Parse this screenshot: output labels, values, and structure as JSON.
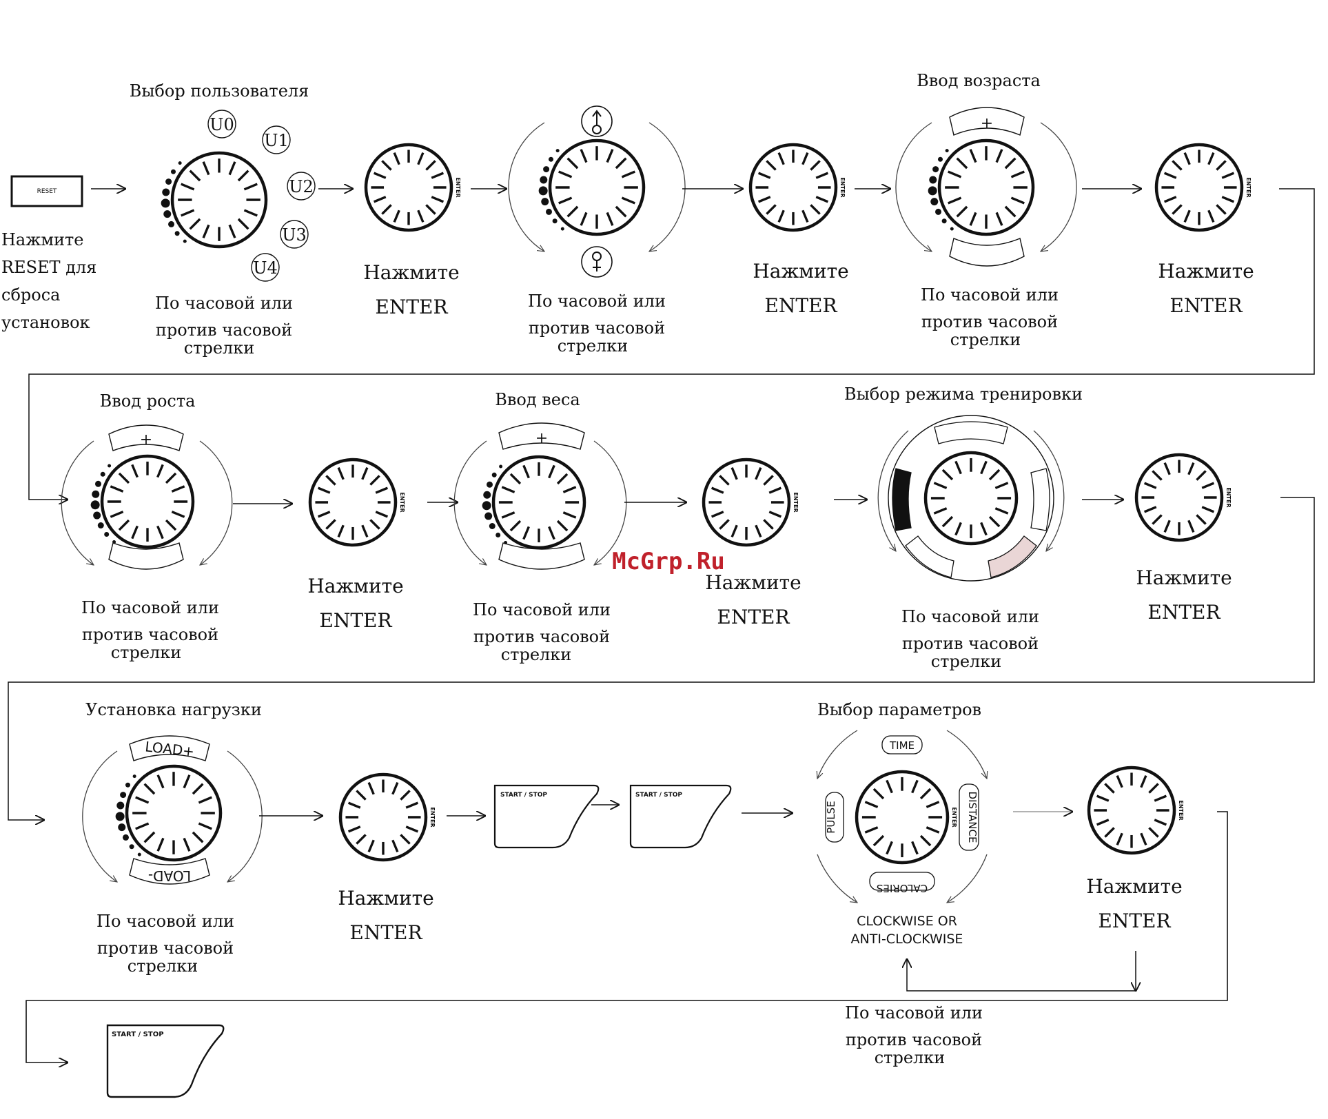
{
  "colors": {
    "ink": "#111111",
    "watermark": "#c0212b",
    "pink": "#ead6d6"
  },
  "watermark": "McGrp.Ru",
  "reset": {
    "key": "RESET",
    "text": [
      "Нажмите",
      "RESET для",
      "сброса",
      "установок"
    ]
  },
  "users": [
    "U0",
    "U1",
    "U2",
    "U3",
    "U4"
  ],
  "titles": {
    "user": "Выбор пользователя",
    "age": "Ввод возраста",
    "height": "Ввод роста",
    "weight": "Ввод веса",
    "mode": "Выбор режима тренировки",
    "load": "Установка нагрузки",
    "params": "Выбор параметров"
  },
  "press": [
    "Нажмите",
    "ENTER"
  ],
  "turn": [
    "По часовой или",
    "против часовой",
    "стрелки"
  ],
  "knob_enter_label": "ENTER",
  "plus": "+",
  "load_plus": "LOAD+",
  "load_minus": "LOAD-",
  "param_labels": {
    "time": "TIME",
    "distance": "DISTANCE",
    "calories": "CALORIES",
    "pulse": "PULSE"
  },
  "clockwise_en": [
    "CLOCKWISE OR",
    "ANTI-CLOCKWISE"
  ],
  "start_stop": "START / STOP",
  "gender_icons": [
    "male-icon",
    "female-icon"
  ]
}
